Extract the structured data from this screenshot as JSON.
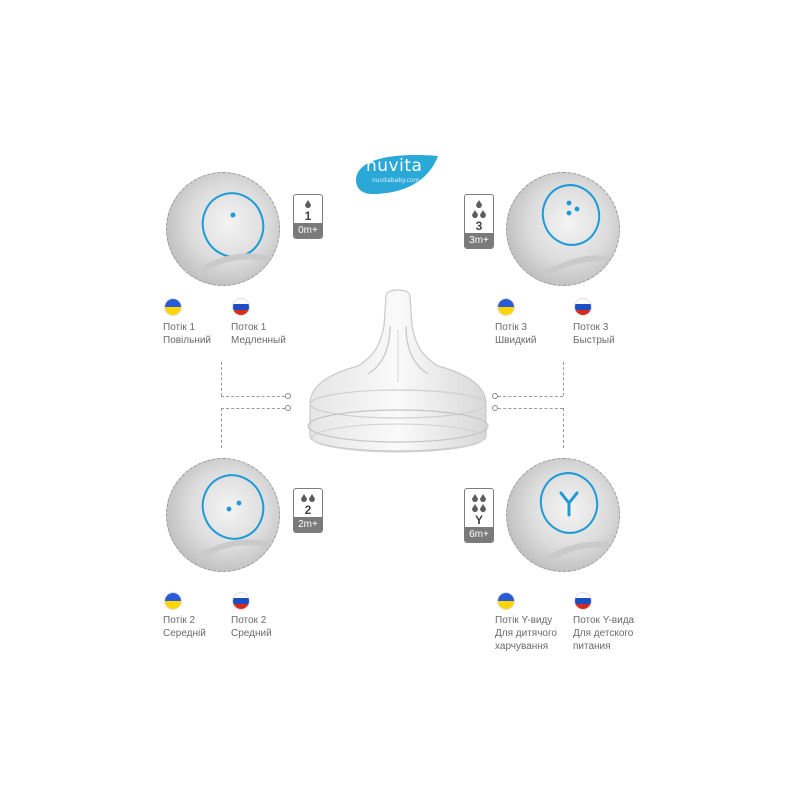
{
  "logo": {
    "name": "nuvita",
    "url": "nuvitababy.com",
    "color": "#2aa8d8"
  },
  "badges": [
    {
      "number": "1",
      "age": "0m+",
      "drops": 1
    },
    {
      "number": "3",
      "age": "3m+",
      "drops": 3
    },
    {
      "number": "2",
      "age": "2m+",
      "drops": 2
    },
    {
      "number": "Y",
      "age": "6m+",
      "drops": 4
    }
  ],
  "labels": {
    "tl_ua": [
      "Потік 1",
      "Повільний"
    ],
    "tl_ru": [
      "Поток 1",
      "Медленный"
    ],
    "tr_ua": [
      "Потік 3",
      "Швидкий"
    ],
    "tr_ru": [
      "Поток 3",
      "Быстрый"
    ],
    "bl_ua": [
      "Потік 2",
      "Середній"
    ],
    "bl_ru": [
      "Поток 2",
      "Средний"
    ],
    "br_ua": [
      "Потік Y-виду",
      "Для дитячого",
      "харчування"
    ],
    "br_ru": [
      "Поток Y-вида",
      "Для детского",
      "питания"
    ]
  },
  "colors": {
    "accent": "#1e9bd7",
    "badge_dark": "#7a7a7a"
  }
}
